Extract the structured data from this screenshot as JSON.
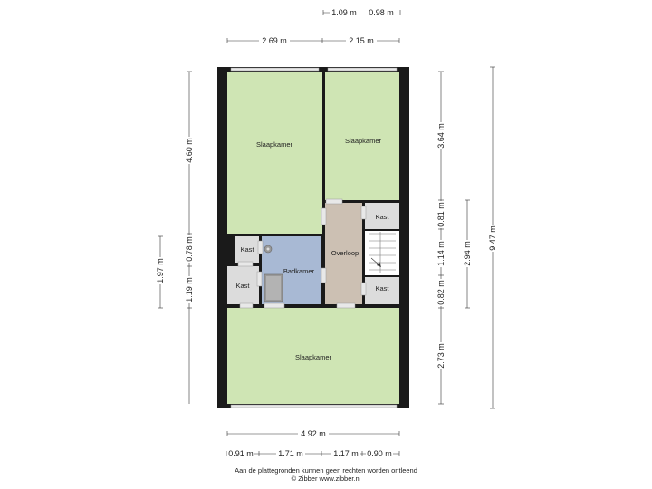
{
  "rooms": {
    "bedroom_top_left": "Slaapkamer",
    "bedroom_top_right": "Slaapkamer",
    "bedroom_bottom": "Slaapkamer",
    "bathroom": "Badkamer",
    "landing": "Overloop",
    "closet_left_upper": "Kast",
    "closet_left_lower": "Kast",
    "closet_right_upper": "Kast",
    "closet_right_lower": "Kast"
  },
  "dimensions": {
    "top_small_left": "1.09 m",
    "top_small_right": "0.98 m",
    "top_left": "2.69 m",
    "top_right": "2.15 m",
    "left_upper": "4.60 m",
    "left_middle": "0.78 m",
    "left_lower": "1.19 m",
    "left_total": "1.97 m",
    "right_upper": "3.64 m",
    "right_a": "0.81 m",
    "right_b": "1.14 m",
    "right_c": "0.82 m",
    "right_lower": "2.73 m",
    "right_inner_total": "2.94 m",
    "right_total": "9.47 m",
    "bottom_total": "4.92 m",
    "bottom_1": "0.91 m",
    "bottom_2": "1.71 m",
    "bottom_3": "1.17 m",
    "bottom_4": "0.90 m"
  },
  "footer": {
    "line1": "Aan de plattegronden kunnen geen rechten worden ontleend",
    "line2": "© Zibber www.zibber.nl"
  },
  "colors": {
    "bedroom": "#cfe5b4",
    "bathroom": "#a8b9d4",
    "landing": "#ccc0b3",
    "closet": "#dcdcdc",
    "wall": "#1a1a1a"
  }
}
